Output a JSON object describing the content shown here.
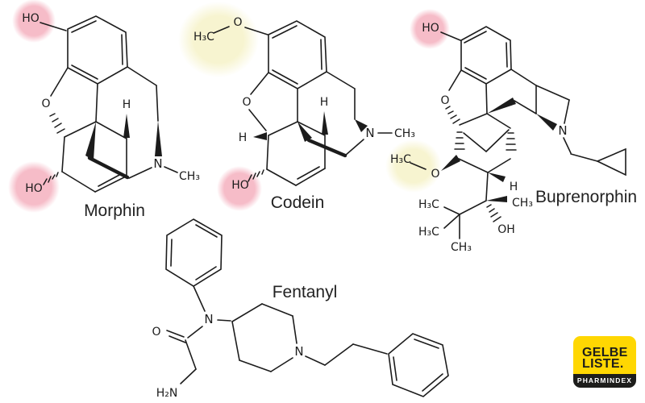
{
  "background": "#ffffff",
  "colors": {
    "pink_highlight": "#f6bcc8",
    "yellow_highlight": "#f7f4d0",
    "bond": "#1c1c1c",
    "logo_yellow": "#ffd702",
    "logo_black": "#1d1d1b"
  },
  "molecules": {
    "morphin": {
      "name": "Morphin",
      "labels": {
        "ho_top": "HO",
        "o_bridge": "O",
        "ho_bottom": "HO",
        "h_stereo": "H",
        "n": "N",
        "n_methyl": "CH₃"
      }
    },
    "codein": {
      "name": "Codein",
      "labels": {
        "methoxy_ch3": "H₃C",
        "methoxy_o": "O",
        "o_bridge": "O",
        "h_c5": "H",
        "ho_bottom": "HO",
        "h_stereo": "H",
        "n": "N",
        "n_methyl": "CH₃"
      }
    },
    "buprenorphin": {
      "name": "Buprenorphin",
      "labels": {
        "ho_top": "HO",
        "o_bridge": "O",
        "methoxy_ch3": "H₃C",
        "methoxy_o": "O",
        "h_c7": "H",
        "c20_methyl": "CH₃",
        "oh": "OH",
        "tbu_ch3_a": "H₃C",
        "tbu_ch3_b": "H₃C",
        "tbu_ch3_c": "CH₃",
        "n": "N"
      }
    },
    "fentanyl": {
      "name": "Fentanyl",
      "labels": {
        "o_carbonyl": "O",
        "n_amide": "N",
        "h2n": "H₂N",
        "n_piperidine": "N"
      }
    }
  },
  "logo": {
    "title_line1": "GELBE",
    "title_line2": "LISTE.",
    "tagline": "PHARMINDEX"
  }
}
